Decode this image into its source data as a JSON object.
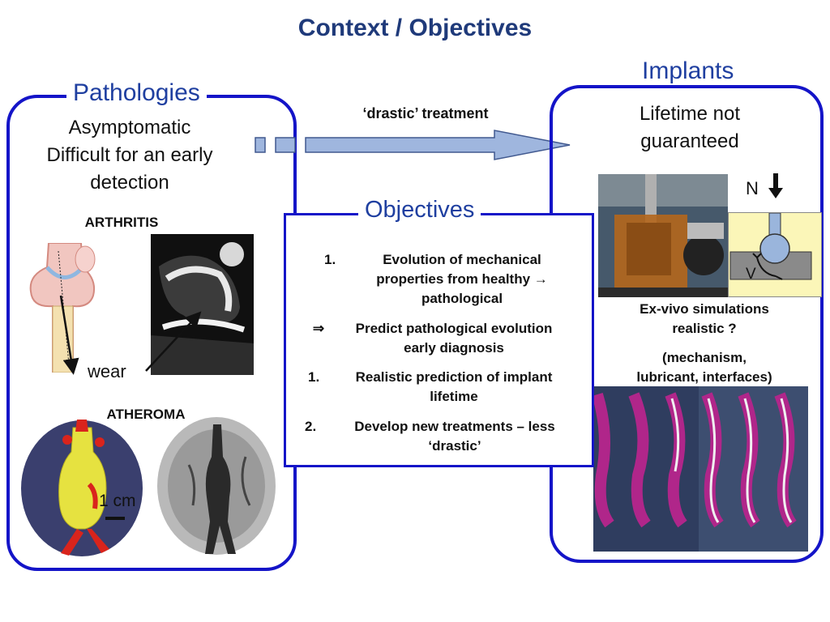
{
  "slide": {
    "title": "Context / Objectives"
  },
  "pathologies": {
    "label": "Pathologies",
    "description_lines": [
      "Asymptomatic",
      "Difficult for an early",
      "detection"
    ],
    "arthritis_label": "ARTHRITIS",
    "wear_label": "wear",
    "atheroma_label": "ATHEROMA",
    "scale_label": "1 cm"
  },
  "treatment": {
    "label": "‘drastic’ treatment"
  },
  "implants": {
    "label": "Implants",
    "lifetime_lines": [
      "Lifetime not",
      "guaranteed"
    ],
    "force_label": "N",
    "velocity_label": "V",
    "exvivo_line1": "Ex-vivo  simulations",
    "exvivo_line2": "realistic ?",
    "mechanism_line1": "(mechanism,",
    "mechanism_line2": "lubricant, interfaces)"
  },
  "objectives": {
    "label": "Objectives",
    "item1_num": "1.",
    "item1_lines": [
      "Evolution of mechanical",
      "properties from  healthy →",
      "pathological"
    ],
    "arrow_symbol": "⇒",
    "item2_lines": [
      "Predict pathological evolution",
      "early diagnosis"
    ],
    "item3_num": "1.",
    "item3_lines": [
      "Realistic prediction of implant",
      "lifetime"
    ],
    "item4_num": "2.",
    "item4_lines": [
      "Develop new treatments –  less",
      "‘drastic’"
    ]
  },
  "colors": {
    "title": "#1f3a7a",
    "panel_border": "#1414c8",
    "label_blue": "#1f3fa0",
    "arrow_fill": "#9fb6de",
    "arrow_stroke": "#41598f"
  }
}
